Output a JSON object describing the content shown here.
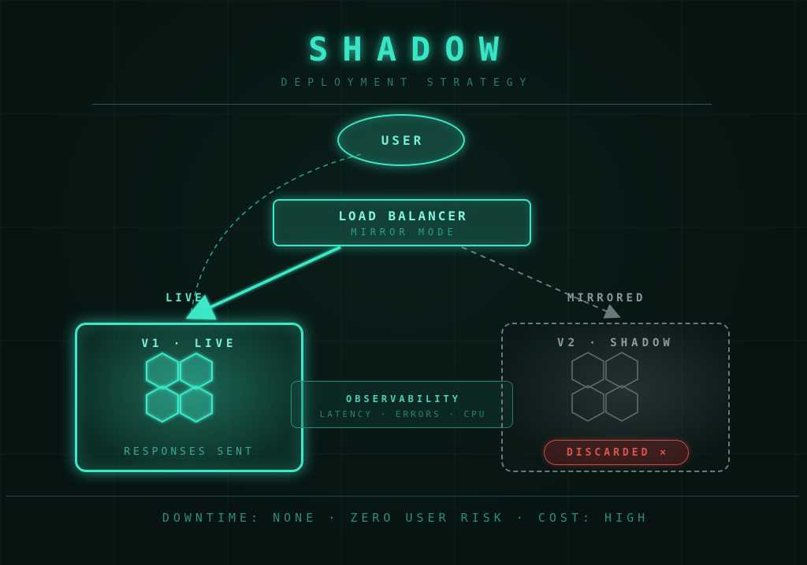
{
  "header": {
    "title": "SHADOW",
    "subtitle": "DEPLOYMENT STRATEGY"
  },
  "nodes": {
    "user": {
      "label": "USER"
    },
    "load_balancer": {
      "title": "LOAD BALANCER",
      "subtitle": "MIRROR MODE"
    },
    "v1": {
      "title": "V1 · LIVE",
      "footer": "RESPONSES SENT"
    },
    "v2": {
      "title": "V2 · SHADOW",
      "status": "DISCARDED ×"
    },
    "observability": {
      "title": "OBSERVABILITY",
      "metrics": "LATENCY · ERRORS · CPU"
    }
  },
  "edges": {
    "live_label": "LIVE",
    "mirrored_label": "MIRRORED"
  },
  "footer": {
    "summary": "DOWNTIME: NONE · ZERO USER RISK · COST: HIGH"
  },
  "colors": {
    "accent": "#3ce8c8",
    "muted": "#6b7a78",
    "danger": "#e0534a",
    "background": "#071412"
  },
  "icons": {
    "v1_service": "hexagon-cluster-icon",
    "v2_service": "hexagon-cluster-icon"
  }
}
